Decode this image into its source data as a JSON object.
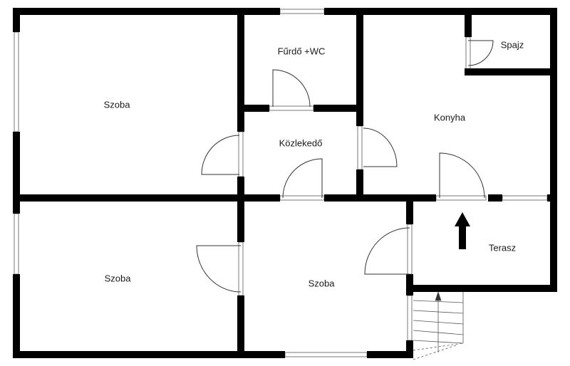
{
  "rooms": {
    "szoba_top_left": "Szoba",
    "furdo": "Fűrdő +WC",
    "spajz": "Spajz",
    "konyha": "Konyha",
    "kozlekedo": "Közlekedő",
    "szoba_bottom_left": "Szoba",
    "szoba_middle": "Szoba",
    "terasz": "Terasz"
  },
  "colors": {
    "wall": "#000000",
    "window": "#999999",
    "line": "#333333"
  }
}
